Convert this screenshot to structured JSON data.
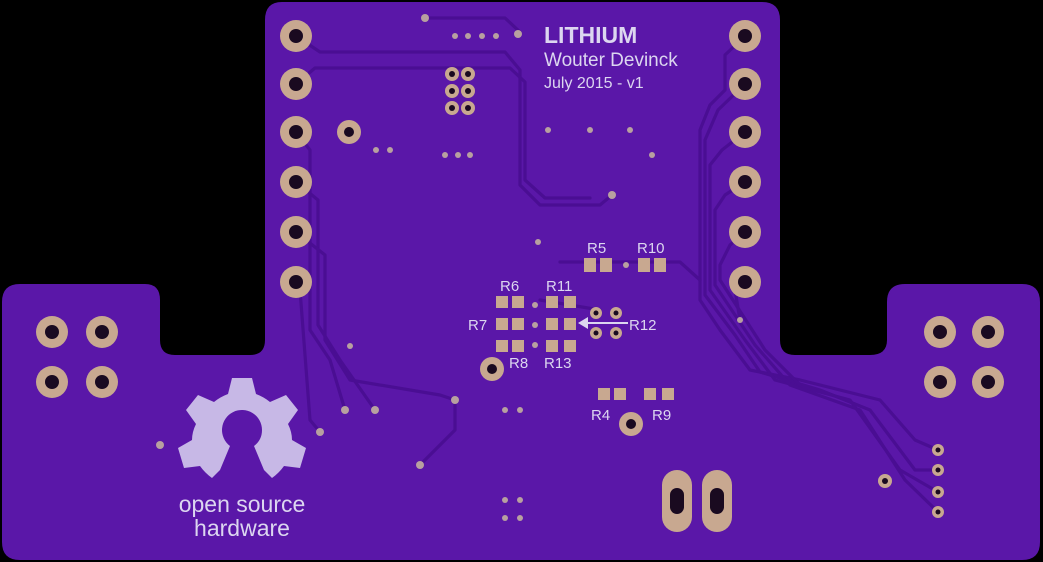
{
  "board": {
    "title": "LITHIUM",
    "author": "Wouter Devinck",
    "version": "July 2015 - v1",
    "colors": {
      "soldermask": "#5a17a8",
      "trace": "#4a0e93",
      "pad": "#c8a890",
      "silkscreen": "#dcd6f0",
      "background": "#000000"
    }
  },
  "logo": {
    "icon": "open-source-hardware-gear-icon",
    "line1": "open source",
    "line2": "hardware"
  },
  "designators": {
    "r4": "R4",
    "r5": "R5",
    "r6": "R6",
    "r7": "R7",
    "r8": "R8",
    "r9": "R9",
    "r10": "R10",
    "r11": "R11",
    "r12": "R12",
    "r13": "R13"
  }
}
